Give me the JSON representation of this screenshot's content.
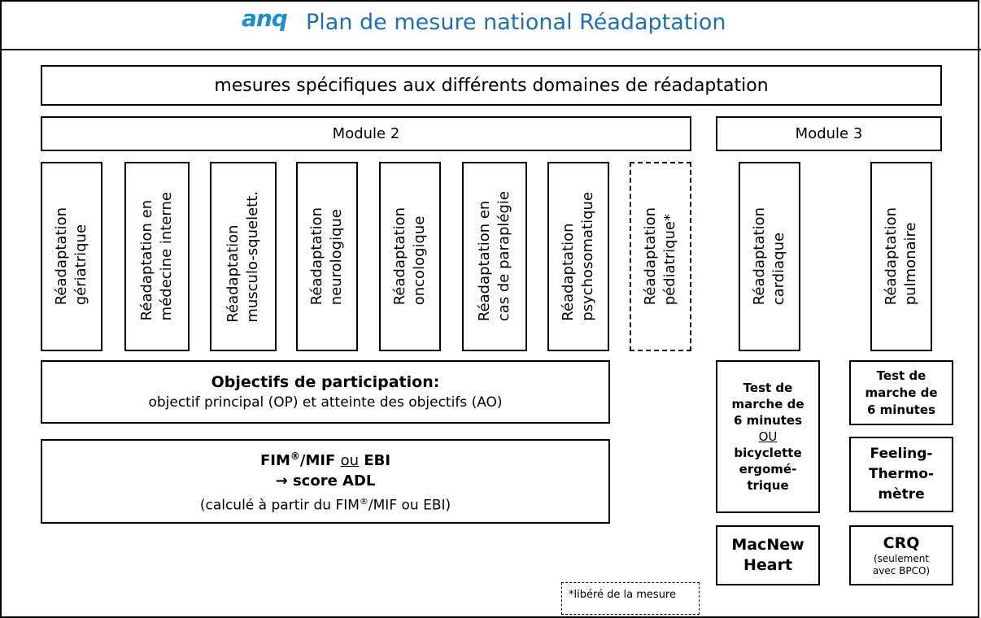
{
  "header": {
    "logo_text": "anq",
    "title": "Plan de mesure national Réadaptation"
  },
  "banner": "mesures spécifiques aux différents domaines de réadaptation",
  "module2": "Module 2",
  "module3": "Module 3",
  "domains": [
    {
      "line1": "Réadaptation",
      "line2": "gériatrique"
    },
    {
      "line1": "Réadaptation en",
      "line2": "médecine interne"
    },
    {
      "line1": "Réadaptation",
      "line2": "musculo-squelett."
    },
    {
      "line1": "Réadaptation",
      "line2": "neurologique"
    },
    {
      "line1": "Réadaptation",
      "line2": "oncologique"
    },
    {
      "line1": "Réadaptation en",
      "line2": "cas de paraplégie"
    },
    {
      "line1": "Réadaptation",
      "line2": "psychosomatique"
    },
    {
      "line1": "Réadaptation",
      "line2": "pédiatrique*"
    },
    {
      "line1": "Réadaptation",
      "line2": "cardiaque"
    },
    {
      "line1": "Réadaptation",
      "line2": "pulmonaire"
    }
  ],
  "objectifs": {
    "title": "Objectifs de participation:",
    "subtitle": "objectif principal (OP) et atteinte des objectifs (AO)"
  },
  "fim": {
    "line1_a": "FIM",
    "line1_reg": "®",
    "line1_b": "/MIF ",
    "line1_ou": "ou",
    "line1_c": " EBI",
    "line2": "→ score ADL",
    "line3_a": "(calculé à partir du FIM",
    "line3_reg": "®",
    "line3_b": "/MIF ou EBI)"
  },
  "cardiac_test": {
    "l1": "Test de",
    "l2": "marche de",
    "l3": "6 minutes",
    "ou": "OU",
    "l4": "bicyclette",
    "l5": "ergomé-",
    "l6": "trique"
  },
  "pulm_test": {
    "l1": "Test de",
    "l2": "marche de",
    "l3": "6 minutes"
  },
  "feeling": {
    "l1": "Feeling-",
    "l2": "Thermo-",
    "l3": "mètre"
  },
  "macnew": {
    "l1": "MacNew",
    "l2": "Heart"
  },
  "crq": {
    "title": "CRQ",
    "l1": "(seulement",
    "l2": "avec BPCO)"
  },
  "footnote": "*libéré de la mesure"
}
